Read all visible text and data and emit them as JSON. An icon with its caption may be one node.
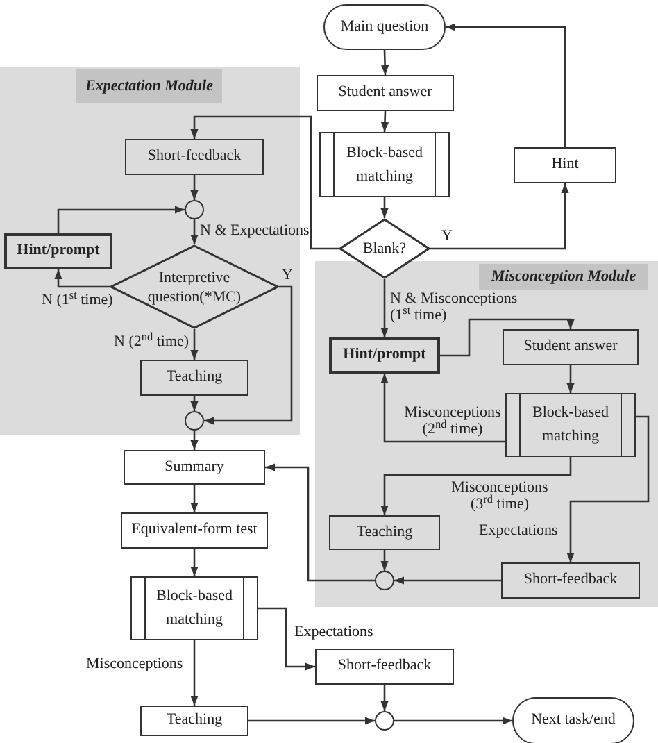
{
  "diagram": {
    "nodes": [
      {
        "text": [
          "Main question"
        ]
      },
      {
        "text": [
          "Student answer"
        ]
      },
      {
        "text": [
          "Block-based matching"
        ]
      },
      {
        "text": [
          "Hint"
        ]
      },
      {
        "text": [
          "Blank?"
        ]
      },
      {
        "text": [
          "Expectation Module"
        ]
      },
      {
        "text": [
          "Short-feedback"
        ],
        "in": 5
      },
      {
        "text": [],
        "shape": "circle",
        "in": 5
      },
      {
        "text": [
          "Hint/prompt"
        ],
        "in": 5
      },
      {
        "text": [
          "Interpretive question(*MC)"
        ],
        "in": 5
      },
      {
        "text": [
          "Teaching"
        ],
        "in": 5
      },
      {
        "text": [],
        "shape": "circle",
        "in": 5
      },
      {
        "text": [
          "Misconception Module"
        ]
      },
      {
        "text": [
          "Hint/prompt"
        ],
        "in": 12
      },
      {
        "text": [
          "Student answer"
        ],
        "in": 12
      },
      {
        "text": [
          "Block-based matching"
        ],
        "in": 12
      },
      {
        "text": [
          "Teaching"
        ],
        "in": 12
      },
      {
        "text": [],
        "shape": "circle",
        "in": 12
      },
      {
        "text": [
          "Short-feedback"
        ],
        "in": 12
      },
      {
        "text": [
          "Summary"
        ]
      },
      {
        "text": [
          "Equivalent-form test"
        ]
      },
      {
        "text": [
          "Block-based matching"
        ]
      },
      {
        "text": [
          "Short-feedback"
        ]
      },
      {
        "text": [
          "Teaching"
        ]
      },
      {
        "text": [],
        "shape": "circle"
      },
      {
        "text": [
          "Next task/end"
        ]
      }
    ],
    "edges": [
      {
        "from": 0,
        "to": 1,
        "arrow": "to"
      },
      {
        "from": 1,
        "to": 2,
        "arrow": "to"
      },
      {
        "from": 2,
        "to": 4,
        "arrow": "to"
      },
      {
        "from": 4,
        "to": 3,
        "arrow": "to",
        "label": "Y"
      },
      {
        "from": 3,
        "to": 0,
        "arrow": "to"
      },
      {
        "from": 4,
        "to": 6,
        "arrow": "to",
        "label": "N & Expectations"
      },
      {
        "from": 4,
        "to": 13,
        "arrow": "to",
        "label": "N & Misconceptions (1$^{st}$ time)"
      },
      {
        "from": 6,
        "to": 7,
        "arrow": "to"
      },
      {
        "from": 8,
        "to": 7,
        "arrow": "to"
      },
      {
        "from": 7,
        "to": 9,
        "arrow": "to"
      },
      {
        "from": 9,
        "to": 8,
        "arrow": "to",
        "label": "N (1$^{st}$ time)"
      },
      {
        "from": 9,
        "to": 10,
        "arrow": "to",
        "label": "N (2$^{nd}$ time)"
      },
      {
        "from": 9,
        "to": 11,
        "arrow": "to",
        "label": "Y"
      },
      {
        "from": 10,
        "to": 11,
        "arrow": "to"
      },
      {
        "from": 11,
        "to": 19,
        "arrow": "to"
      },
      {
        "from": 13,
        "to": 14,
        "arrow": "to"
      },
      {
        "from": 14,
        "to": 15,
        "arrow": "to"
      },
      {
        "from": 15,
        "to": 13,
        "arrow": "to",
        "label": "Misconceptions (2$^{nd}$ time)"
      },
      {
        "from": 15,
        "to": 16,
        "arrow": "to",
        "label": "Misconceptions (3$^{rd}$ time)"
      },
      {
        "from": 15,
        "to": 18,
        "arrow": "to",
        "label": "Expectations"
      },
      {
        "from": 16,
        "to": 17,
        "arrow": "to"
      },
      {
        "from": 18,
        "to": 17,
        "arrow": "to"
      },
      {
        "from": 17,
        "to": 19,
        "arrow": "to"
      },
      {
        "from": 19,
        "to": 20,
        "arrow": "to"
      },
      {
        "from": 20,
        "to": 21,
        "arrow": "to"
      },
      {
        "from": 21,
        "to": 22,
        "arrow": "to",
        "label": "Expectations"
      },
      {
        "from": 21,
        "to": 23,
        "arrow": "to",
        "label": "Misconceptions"
      },
      {
        "from": 22,
        "to": 24,
        "arrow": "to"
      },
      {
        "from": 23,
        "to": 24,
        "arrow": "to"
      },
      {
        "from": 24,
        "to": 25,
        "arrow": "to"
      }
    ]
  }
}
